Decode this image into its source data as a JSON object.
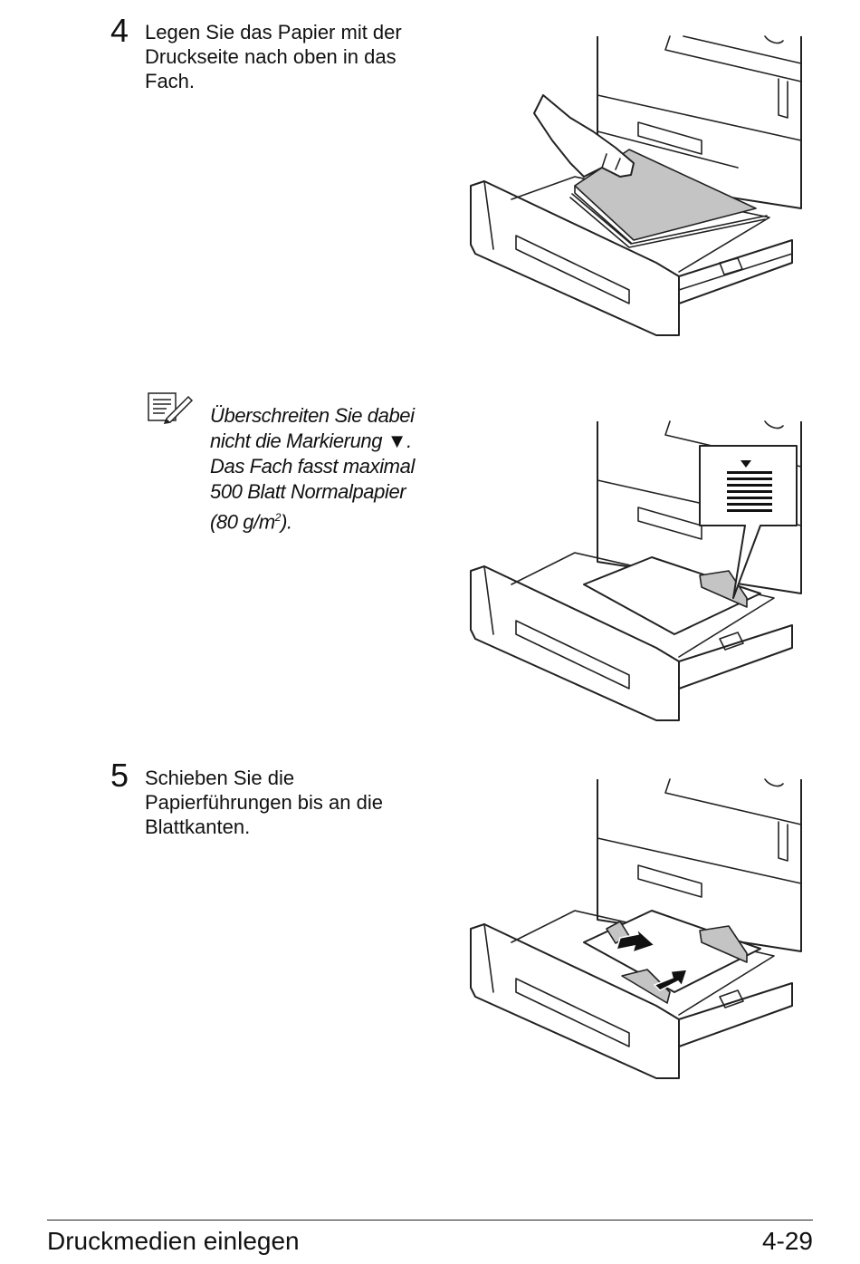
{
  "steps": [
    {
      "number": "4",
      "text": "Legen Sie das Papier mit der Druckseite nach oben in das Fach."
    },
    {
      "number": "5",
      "text": "Schieben Sie die Papierführungen bis an die Blattkanten."
    }
  ],
  "note": {
    "icon": "note-pencil-icon",
    "line1": "Überschreiten Sie dabei",
    "line2": "nicht die Markierung ▼.",
    "line3": "Das Fach fasst maximal",
    "line4": "500 Blatt Normalpapier",
    "line5_pre": "(80 g/m",
    "line5_sup": "2",
    "line5_post": ")."
  },
  "footer": {
    "section": "Druckmedien einlegen",
    "page": "4-29"
  }
}
